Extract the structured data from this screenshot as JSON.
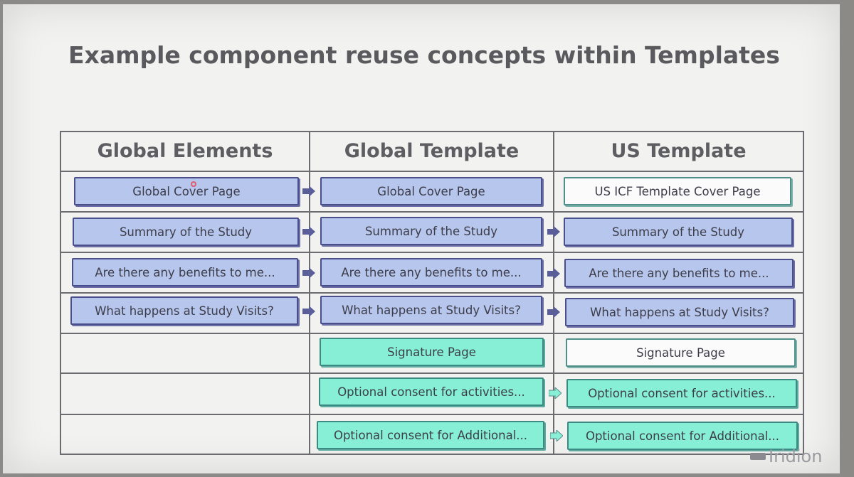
{
  "slide": {
    "title": "Example component reuse concepts within Templates",
    "columns": [
      "Global Elements",
      "Global Template",
      "US Template"
    ],
    "rows": [
      {
        "global_elements": "Global Cover Page",
        "global_template": "Global Cover Page",
        "us_template": "US ICF Template Cover Page"
      },
      {
        "global_elements": "Summary of the Study",
        "global_template": "Summary of the Study",
        "us_template": "Summary of the Study"
      },
      {
        "global_elements": "Are there any benefits to me...",
        "global_template": "Are there any benefits to me...",
        "us_template": "Are there any benefits to me..."
      },
      {
        "global_elements": "What happens at Study Visits?",
        "global_template": "What happens at Study Visits?",
        "us_template": "What happens at Study Visits?"
      },
      {
        "global_elements": "",
        "global_template": "Signature Page",
        "us_template": "Signature Page"
      },
      {
        "global_elements": "",
        "global_template": "Optional consent for activities...",
        "us_template": "Optional consent for activities..."
      },
      {
        "global_elements": "",
        "global_template": "Optional consent for Additional...",
        "us_template": "Optional consent for Additional..."
      }
    ],
    "logo_text": "Iridion",
    "colors": {
      "blue_fill": "#b7c6ec",
      "teal_fill": "#86efd6",
      "arrow_blue": "#5a5f9a",
      "arrow_teal": "#86efd6"
    }
  }
}
